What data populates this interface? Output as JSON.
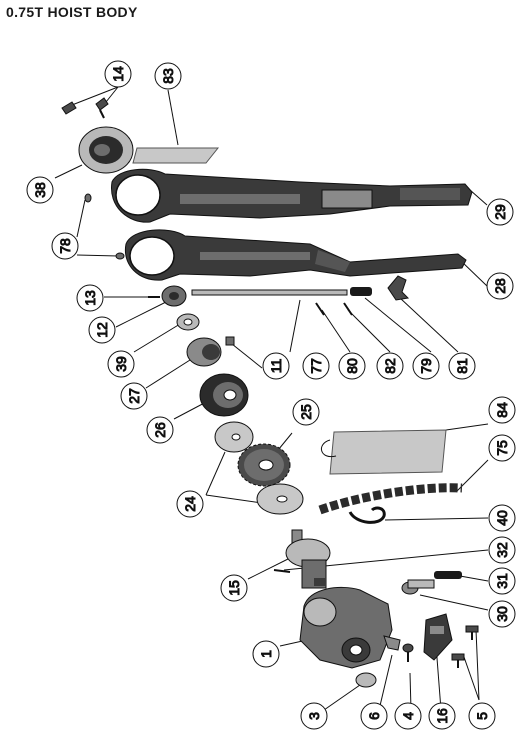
{
  "title": "0.75T HOIST BODY",
  "callouts": [
    "14",
    "83",
    "38",
    "29",
    "78",
    "28",
    "13",
    "12",
    "39",
    "27",
    "11",
    "77",
    "80",
    "82",
    "79",
    "81",
    "26",
    "25",
    "84",
    "75",
    "24",
    "40",
    "32",
    "15",
    "31",
    "30",
    "1",
    "3",
    "6",
    "4",
    "16",
    "5"
  ],
  "colors": {
    "line": "#111111",
    "part_dark": "#2b2b2b",
    "part_mid": "#6d6d6d",
    "part_light": "#b9b9b9",
    "plate": "#c8c8c8"
  }
}
